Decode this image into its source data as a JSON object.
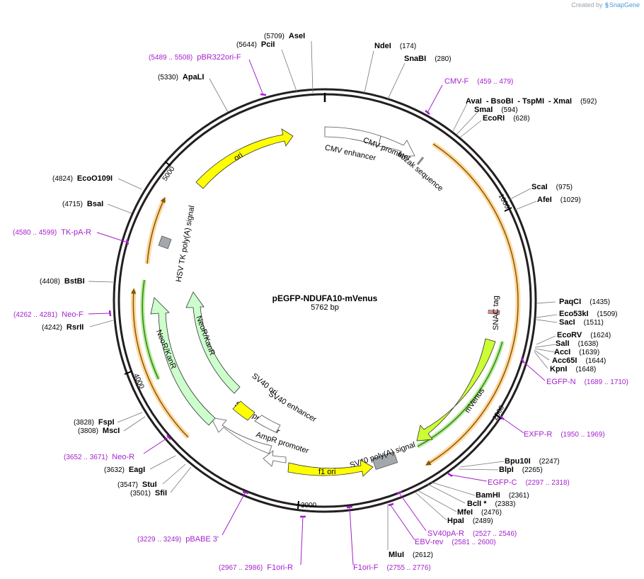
{
  "credit": {
    "text": "Created by",
    "brand": "SnapGene"
  },
  "plasmid": {
    "name": "pEGFP-NDUFA10-mVenus",
    "length_label": "5762 bp",
    "length": 5762
  },
  "ticks": [
    {
      "pos": 1000,
      "label": "1000"
    },
    {
      "pos": 2000,
      "label": "2000"
    },
    {
      "pos": 3000,
      "label": "3000"
    },
    {
      "pos": 4000,
      "label": "4000"
    },
    {
      "pos": 5000,
      "label": "5000"
    }
  ],
  "sites": [
    {
      "name": "AseI",
      "pos": "(5709)"
    },
    {
      "name": "PciI",
      "pos": "(5644)"
    },
    {
      "name": "ApaLI",
      "pos": "(5330)"
    },
    {
      "name": "NdeI",
      "pos": "(174)"
    },
    {
      "name": "SnaBI",
      "pos": "(280)"
    },
    {
      "name": "AvaI",
      "pos": ""
    },
    {
      "name": "- BsoBI",
      "pos": ""
    },
    {
      "name": "- TspMI",
      "pos": ""
    },
    {
      "name": "- XmaI",
      "pos": "(592)"
    },
    {
      "name": "SmaI",
      "pos": "(594)"
    },
    {
      "name": "EcoRI",
      "pos": "(628)"
    },
    {
      "name": "ScaI",
      "pos": "(975)"
    },
    {
      "name": "AfeI",
      "pos": "(1029)"
    },
    {
      "name": "PaqCI",
      "pos": "(1435)"
    },
    {
      "name": "Eco53kI",
      "pos": "(1509)"
    },
    {
      "name": "SacI",
      "pos": "(1511)"
    },
    {
      "name": "EcoRV",
      "pos": "(1624)"
    },
    {
      "name": "SalI",
      "pos": "(1638)"
    },
    {
      "name": "AccI",
      "pos": "(1639)"
    },
    {
      "name": "Acc65I",
      "pos": "(1644)"
    },
    {
      "name": "KpnI",
      "pos": "(1648)"
    },
    {
      "name": "Bpu10I",
      "pos": "(2247)"
    },
    {
      "name": "BlpI",
      "pos": "(2265)"
    },
    {
      "name": "BamHI",
      "pos": "(2361)"
    },
    {
      "name": "BclI *",
      "pos": "(2383)"
    },
    {
      "name": "MfeI",
      "pos": "(2476)"
    },
    {
      "name": "HpaI",
      "pos": "(2489)"
    },
    {
      "name": "MluI",
      "pos": "(2612)"
    },
    {
      "name": "EcoO109I",
      "pos": "(4824)"
    },
    {
      "name": "BsaI",
      "pos": "(4715)"
    },
    {
      "name": "BstBI",
      "pos": "(4408)"
    },
    {
      "name": "RsrII",
      "pos": "(4242)"
    },
    {
      "name": "FspI",
      "pos": "(3828)"
    },
    {
      "name": "MscI",
      "pos": "(3808)"
    },
    {
      "name": "EagI",
      "pos": "(3632)"
    },
    {
      "name": "StuI",
      "pos": "(3547)"
    },
    {
      "name": "SfiI",
      "pos": "(3501)"
    }
  ],
  "primers": [
    {
      "name": "pBR322ori-F",
      "range": "(5489 .. 5508)"
    },
    {
      "name": "CMV-F",
      "range": "(459 .. 479)"
    },
    {
      "name": "EGFP-N",
      "range": "(1689 .. 1710)"
    },
    {
      "name": "EXFP-R",
      "range": "(1950 .. 1969)"
    },
    {
      "name": "EGFP-C",
      "range": "(2297 .. 2318)"
    },
    {
      "name": "SV40pA-R",
      "range": "(2527 .. 2546)"
    },
    {
      "name": "EBV-rev",
      "range": "(2581 .. 2600)"
    },
    {
      "name": "F1ori-F",
      "range": "(2755 .. 2776)"
    },
    {
      "name": "F1ori-R",
      "range": "(2967 .. 2986)"
    },
    {
      "name": "pBABE 3'",
      "range": "(3229 .. 3249)"
    },
    {
      "name": "Neo-R",
      "range": "(3652 .. 3671)"
    },
    {
      "name": "Neo-F",
      "range": "(4262 .. 4281)"
    },
    {
      "name": "TK-pA-R",
      "range": "(4580 .. 4599)"
    }
  ],
  "features": [
    {
      "label": "ori",
      "color": "#ffff00"
    },
    {
      "label": "CMV enhancer",
      "color": "#ffffff"
    },
    {
      "label": "CMV promoter",
      "color": "#ffffff"
    },
    {
      "label": "kozak sequence",
      "color": "#999999"
    },
    {
      "label": "SNAC tag",
      "color": "#d98c8c"
    },
    {
      "label": "mVenus",
      "color": "#ccff33"
    },
    {
      "label": "SV40 poly(A) signal",
      "color": "#999999"
    },
    {
      "label": "f1 ori",
      "color": "#ffff00"
    },
    {
      "label": "AmpR promoter",
      "color": "#ffffff"
    },
    {
      "label": "SV40 promoter",
      "color": "#ffffff"
    },
    {
      "label": "SV40 enhancer",
      "color": "#ffffff"
    },
    {
      "label": "SV40 ori",
      "color": "#ffff00"
    },
    {
      "label": "NeoR/KanR",
      "color": "#ccffcc"
    },
    {
      "label": "NeoR/KanR",
      "color": "#ccffcc"
    },
    {
      "label": "HSV TK poly(A) signal",
      "color": "#999999"
    }
  ],
  "colors": {
    "primer": "#a51fce",
    "orf": "#ef8f00",
    "orf_inner": "#2e8b00",
    "backbone": "#231f20"
  }
}
